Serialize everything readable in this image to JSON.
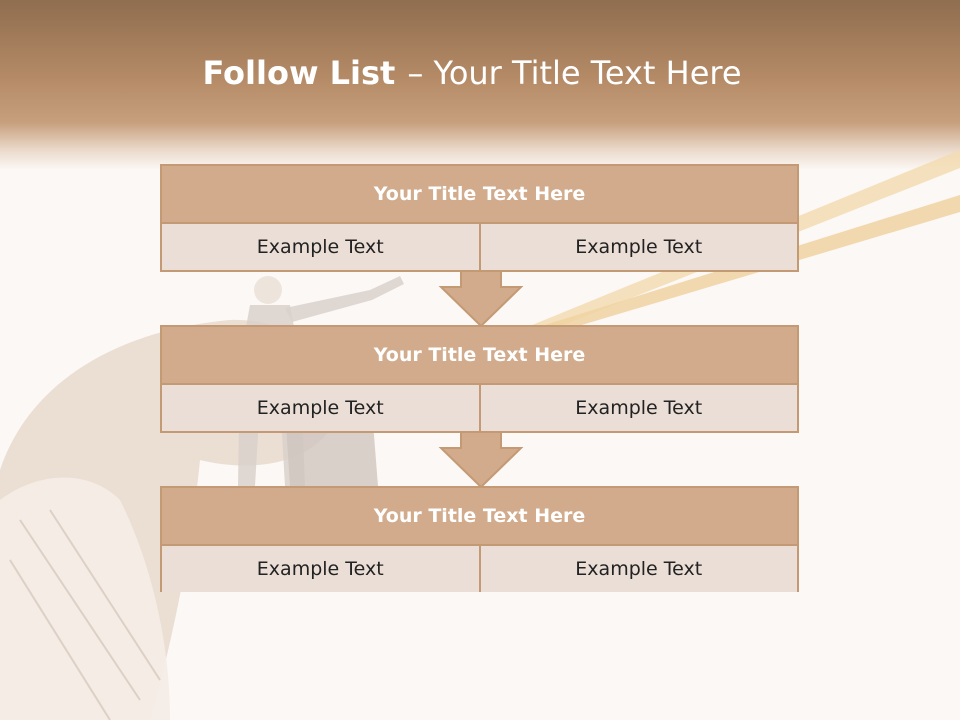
{
  "slide": {
    "title_bold": "Follow List",
    "title_rest": "– Your Title Text Here"
  },
  "steps": [
    {
      "title": "Your Title Text Here",
      "left": "Example Text",
      "right": "Example Text"
    },
    {
      "title": "Your Title Text Here",
      "left": "Example Text",
      "right": "Example Text"
    },
    {
      "title": "Your Title Text Here",
      "left": "Example Text",
      "right": "Example Text"
    }
  ],
  "colors": {
    "banner": "#b48a66",
    "box_header": "#d1ab8c",
    "box_cell": "#eaded6",
    "border": "#c49a74",
    "background": "#fcf8f5"
  },
  "icons": [
    "down-arrow-icon"
  ]
}
